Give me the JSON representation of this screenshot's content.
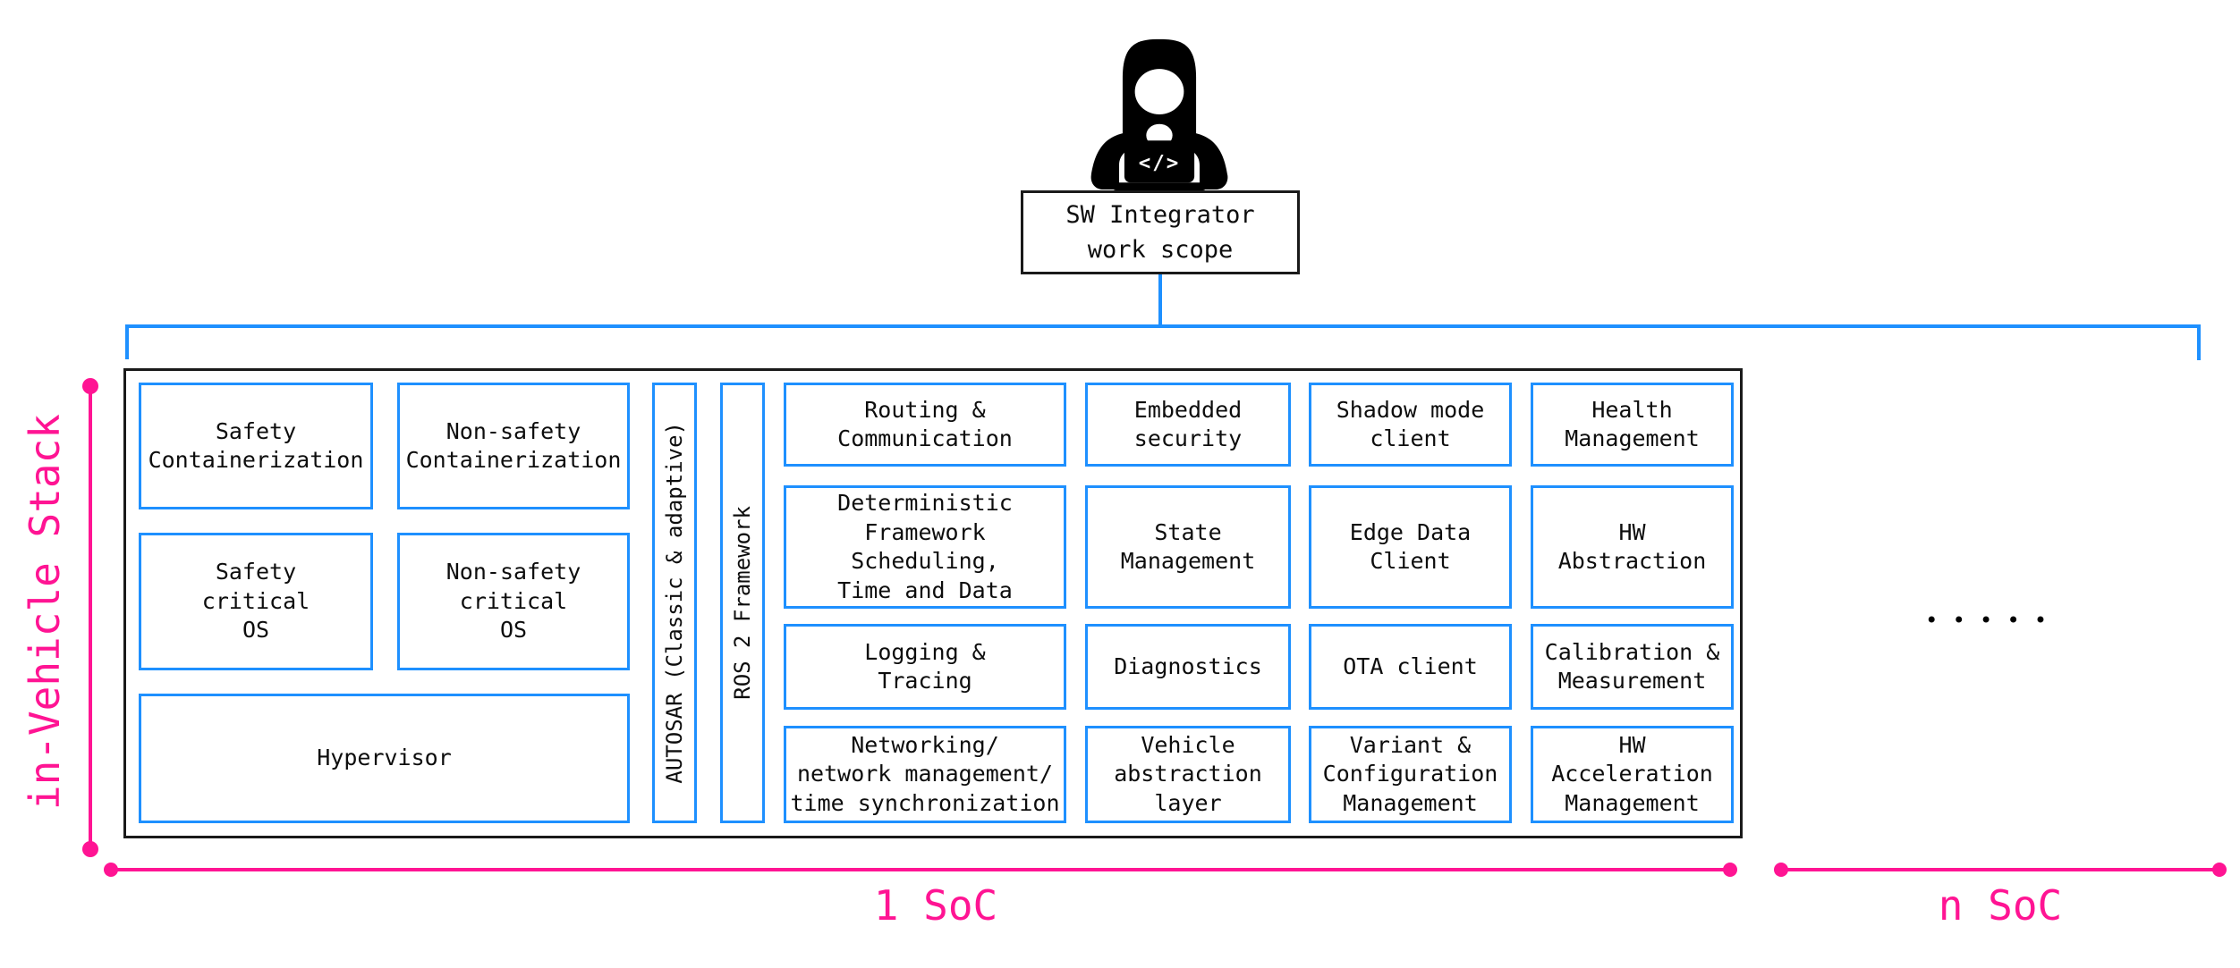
{
  "colors": {
    "accent_blue": "#1E90FF",
    "accent_pink": "#FF1493",
    "line_black": "#1A1A1A"
  },
  "integrator": {
    "label": "SW Integrator\nwork scope",
    "laptop_glyph": "</>"
  },
  "left_axis": {
    "label": "in-Vehicle Stack"
  },
  "os_layer": {
    "blocks": [
      {
        "id": "safety-containerization",
        "label": "Safety\nContainerization"
      },
      {
        "id": "non-safety-containerization",
        "label": "Non-safety\nContainerization"
      },
      {
        "id": "safety-critical-os",
        "label": "Safety\ncritical\nOS"
      },
      {
        "id": "non-safety-critical-os",
        "label": "Non-safety\ncritical\nOS"
      },
      {
        "id": "hypervisor",
        "label": "Hypervisor"
      }
    ]
  },
  "runtime_bars": [
    {
      "label": "AUTOSAR (Classic & adaptive)"
    },
    {
      "label": "ROS 2 Framework"
    }
  ],
  "middleware_grid": {
    "rows": [
      {
        "cells": [
          {
            "label": "Routing &\nCommunication"
          },
          {
            "label": "Embedded\nsecurity"
          },
          {
            "label": "Shadow mode\nclient"
          },
          {
            "label": "Health\nManagement"
          }
        ]
      },
      {
        "cells": [
          {
            "label": "Deterministic\nFramework\nScheduling,\nTime and Data"
          },
          {
            "label": "State\nManagement"
          },
          {
            "label": "Edge Data\nClient"
          },
          {
            "label": "HW\nAbstraction"
          }
        ]
      },
      {
        "cells": [
          {
            "label": "Logging &\nTracing"
          },
          {
            "label": "Diagnostics"
          },
          {
            "label": "OTA client"
          },
          {
            "label": "Calibration &\nMeasurement"
          }
        ]
      },
      {
        "cells": [
          {
            "label": "Networking/\nnetwork management/\ntime synchronization"
          },
          {
            "label": "Vehicle\nabstraction\nlayer"
          },
          {
            "label": "Variant &\nConfiguration\nManagement"
          },
          {
            "label": "HW\nAcceleration\nManagement"
          }
        ]
      }
    ]
  },
  "soc_axis": {
    "first": {
      "label": "1 SoC"
    },
    "nth": {
      "label": "n SoC"
    },
    "continuation_dots": "•••••"
  }
}
